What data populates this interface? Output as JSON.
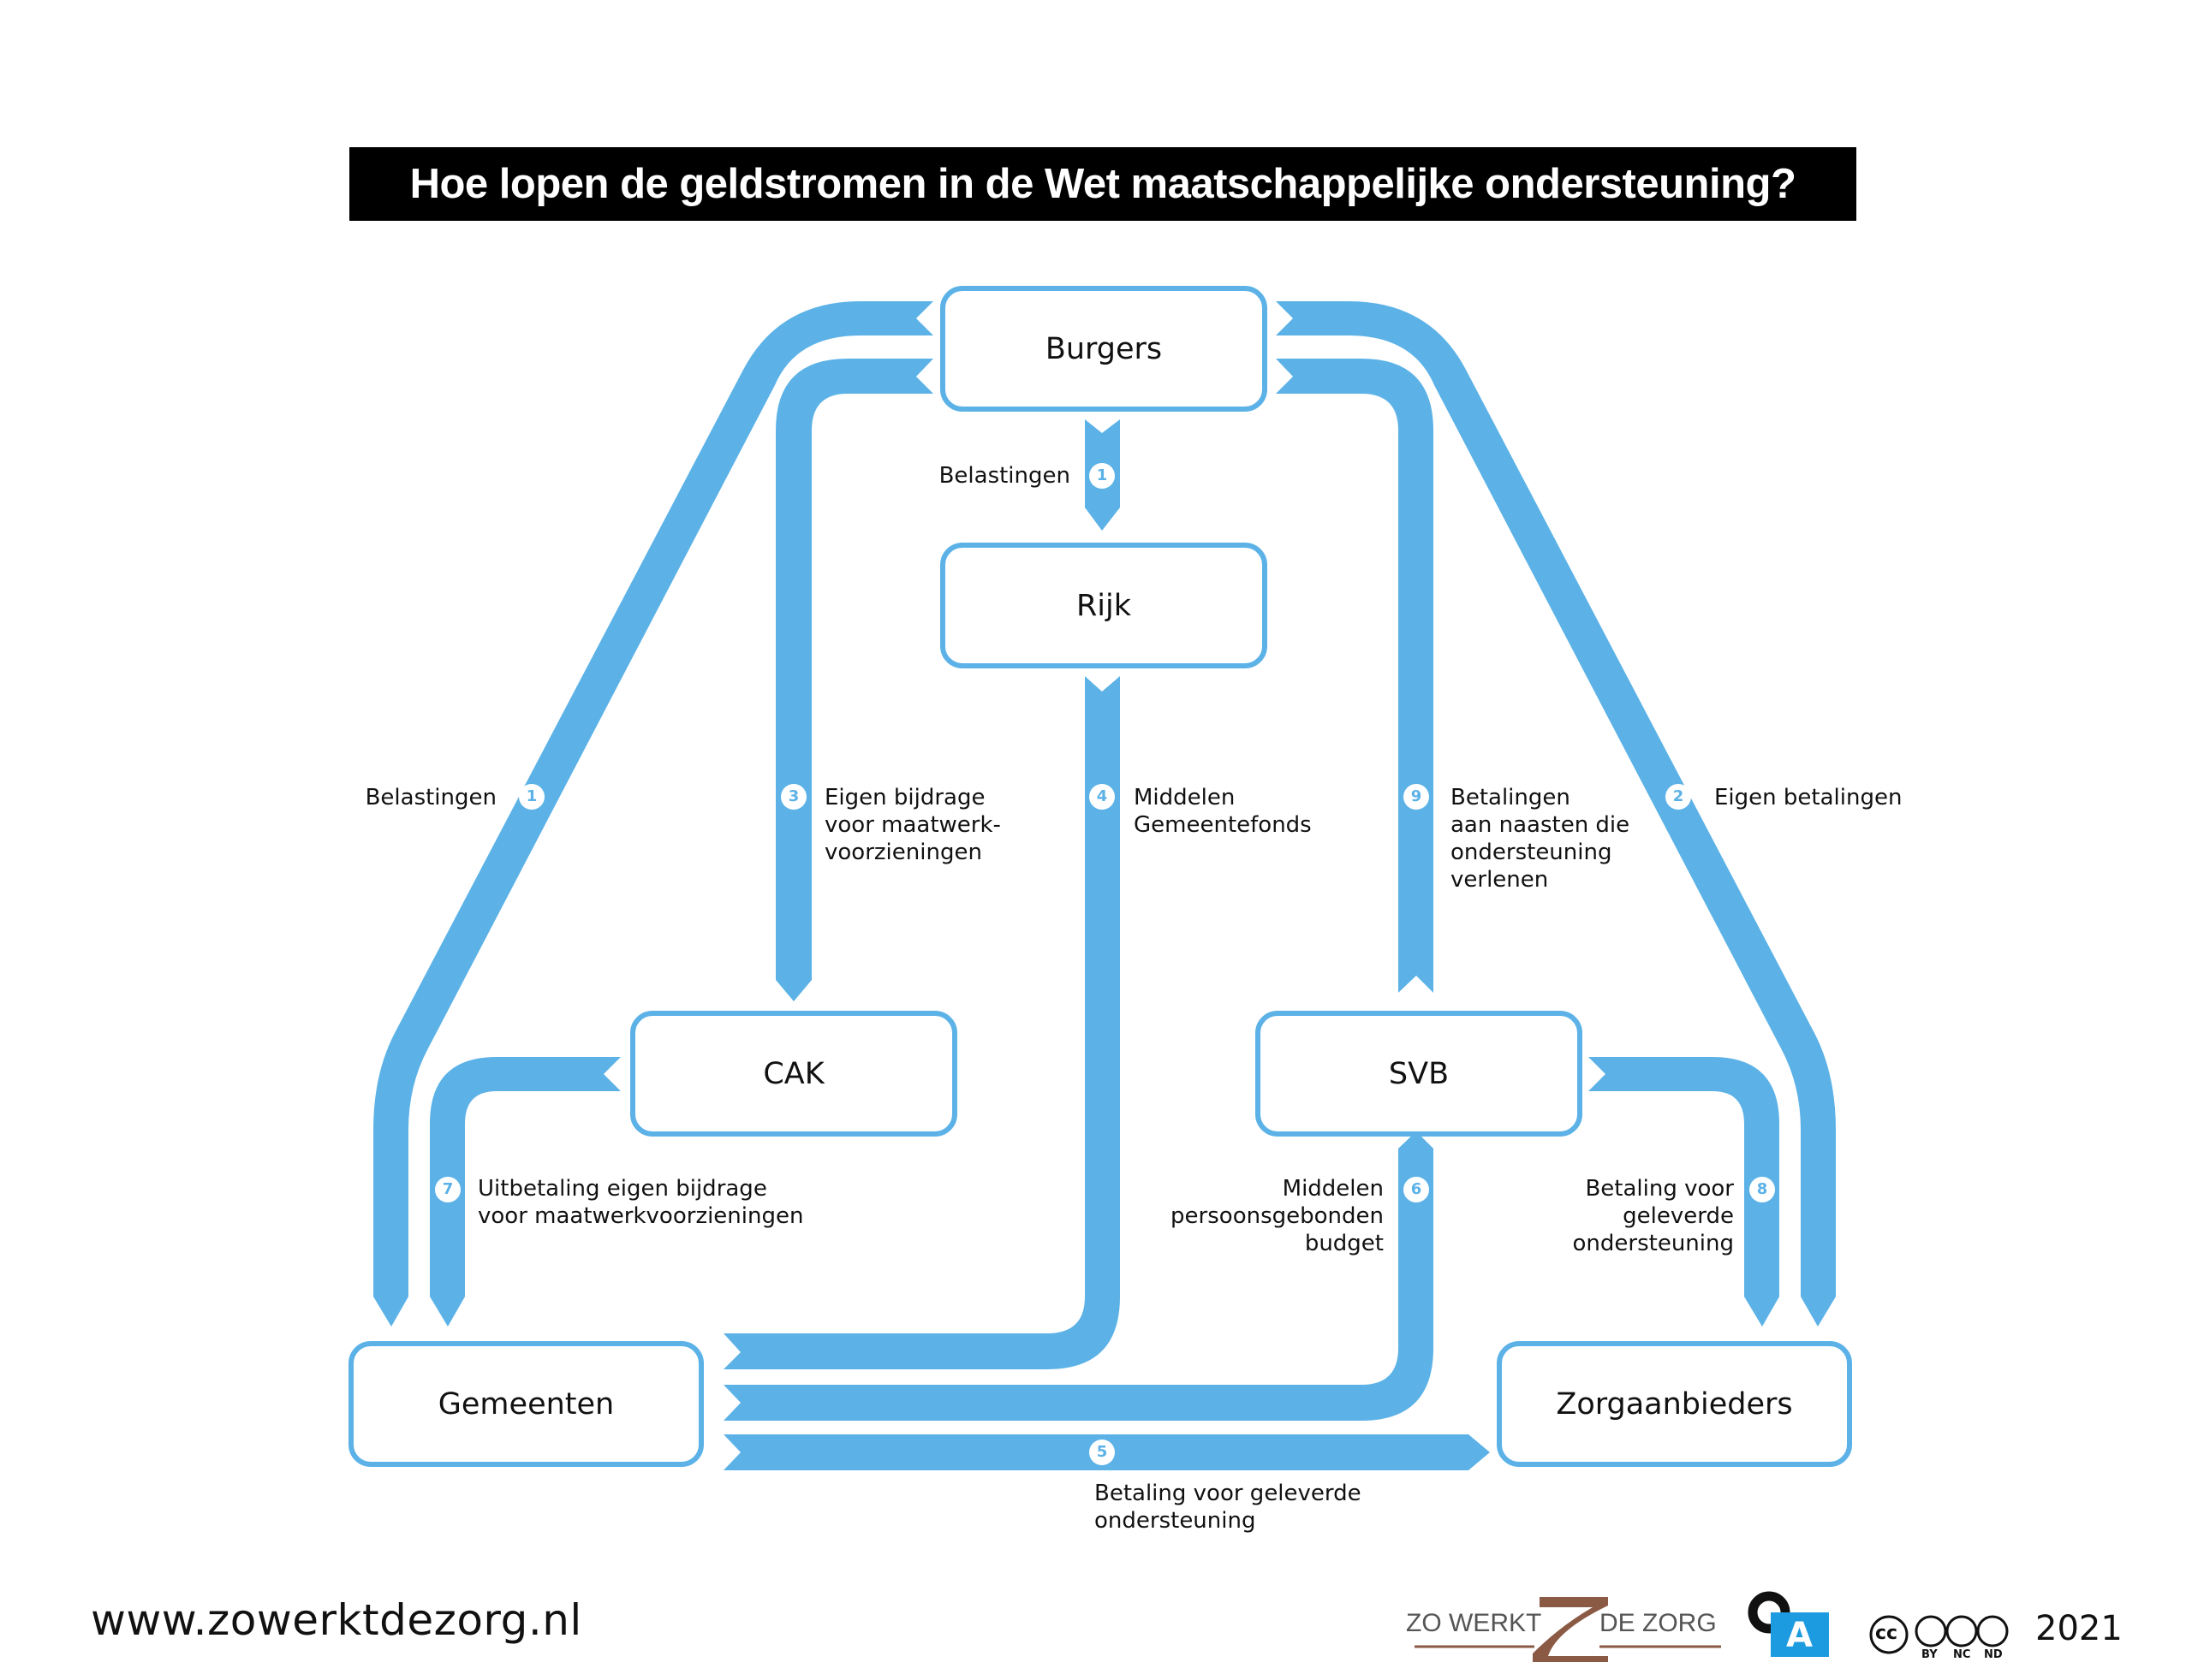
{
  "title": "Hoe lopen de geldstromen in de Wet maatschappelijke ondersteuning?",
  "colors": {
    "arrow": "#5cb2e7",
    "title_bg": "#000000",
    "title_text": "#ffffff",
    "logo_brown": "#8b5a45",
    "badge_blue": "#1d9be0"
  },
  "boxes": {
    "burgers": "Burgers",
    "rijk": "Rijk",
    "cak": "CAK",
    "svb": "SVB",
    "gemeenten": "Gemeenten",
    "zorgaanbieders": "Zorgaanbieders"
  },
  "flows": [
    {
      "number": "1",
      "lines": [
        "Belastingen"
      ],
      "from": "Burgers",
      "to": "Rijk"
    },
    {
      "number": "1",
      "lines": [
        "Belastingen"
      ],
      "from": "Burgers",
      "to": "Gemeenten"
    },
    {
      "number": "2",
      "lines": [
        "Eigen betalingen"
      ],
      "from": "Burgers",
      "to": "Zorgaanbieders"
    },
    {
      "number": "3",
      "lines": [
        "Eigen bijdrage",
        "voor maatwerk-",
        "voorzieningen"
      ],
      "from": "Burgers",
      "to": "CAK"
    },
    {
      "number": "4",
      "lines": [
        "Middelen",
        "Gemeentefonds"
      ],
      "from": "Rijk",
      "to": "Gemeenten"
    },
    {
      "number": "5",
      "lines": [
        "Betaling voor geleverde",
        "ondersteuning"
      ],
      "from": "Gemeenten",
      "to": "Zorgaanbieders"
    },
    {
      "number": "6",
      "lines": [
        "Middelen",
        "persoonsgebonden",
        "budget"
      ],
      "from": "Gemeenten",
      "to": "SVB"
    },
    {
      "number": "7",
      "lines": [
        "Uitbetaling eigen bijdrage",
        "voor maatwerkvoorzieningen"
      ],
      "from": "CAK",
      "to": "Gemeenten"
    },
    {
      "number": "8",
      "lines": [
        "Betaling voor",
        "geleverde",
        "ondersteuning"
      ],
      "from": "SVB",
      "to": "Zorgaanbieders"
    },
    {
      "number": "9",
      "lines": [
        "Betalingen",
        "aan naasten die",
        "ondersteuning",
        "verlenen"
      ],
      "from": "SVB",
      "to": "Burgers"
    }
  ],
  "footer": {
    "url": "www.zowerktdezorg.nl",
    "logo_left": "ZO WERKT",
    "logo_right": "DE ZORG",
    "logo_mark": "Z",
    "badge_letter": "A",
    "license": [
      "cc",
      "BY",
      "NC",
      "ND"
    ],
    "year": "2021"
  }
}
